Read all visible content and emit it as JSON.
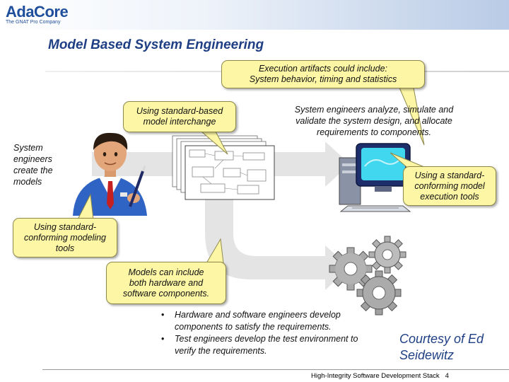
{
  "header": {
    "logo_text": "AdaCore",
    "logo_subtext": "The GNAT Pro Company"
  },
  "slide": {
    "title": "Model Based System Engineering"
  },
  "callouts": {
    "execution_artifacts": [
      "Execution artifacts could include:",
      "System behavior, timing and statistics"
    ],
    "model_interchange": [
      "Using standard-based",
      "model interchange"
    ],
    "execution_tools": [
      "Using a standard-",
      "conforming model",
      "execution tools"
    ],
    "modeling_tools": [
      "Using standard-",
      "conforming modeling",
      "tools"
    ],
    "hw_sw_components": [
      "Models can include",
      "both hardware and",
      "software components."
    ]
  },
  "texts": {
    "engineers_create": [
      "System",
      "engineers",
      "create the",
      "models"
    ],
    "engineers_analyze": [
      "System engineers analyze, simulate and",
      "validate the system design, and allocate",
      "requirements to components."
    ]
  },
  "bullets": [
    "Hardware and software engineers develop components to satisfy the requirements.",
    "Test engineers develop the test environment to verify the requirements."
  ],
  "courtesy": "Courtesy of Ed Seidewitz",
  "footer": {
    "text": "High-Integrity Software Development Stack",
    "page": "4"
  },
  "icons": {
    "engineer": "engineer-icon",
    "diagrams": "model-diagram-icon",
    "computer": "computer-icon",
    "gears": "gears-icon"
  },
  "colors": {
    "title": "#1f3f85",
    "callout_fill": "#fcf6a5",
    "logo": "#1f4f9c"
  }
}
